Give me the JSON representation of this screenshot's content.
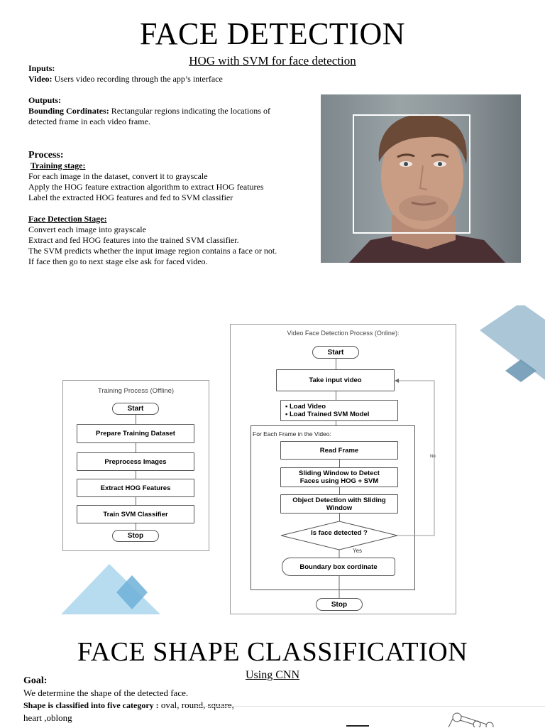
{
  "section1": {
    "title": "FACE DETECTION",
    "subtitle": "HOG with SVM for face detection ",
    "inputs_heading": "Inputs:",
    "video_label": "Video:",
    "video_text": " Users video recording through the app’s interface",
    "outputs_heading": "Outputs:",
    "bounding_label": "Bounding Cordinates:",
    "bounding_text_1": " Rectangular regions indicating the locations of",
    "bounding_text_2": "detected frame in each video frame.",
    "process_heading": "Process:",
    "training_heading": "Training stage: ",
    "training_lines": [
      "For each image in the dataset, convert it to grayscale",
      "Apply the HOG feature extraction algorithm to extract HOG features",
      "Label the extracted HOG features and fed to SVM classifier"
    ],
    "detection_heading": "Face Detection Stage:",
    "detection_lines": [
      "Convert each image into grayscale",
      "Extract and fed HOG features into the trained SVM classifier.",
      "The SVM predicts whether the input image region contains a face or not.",
      "If face then go to next stage else ask for faced video."
    ]
  },
  "training_diagram": {
    "title": "Training Process (Offline)",
    "start": "Start",
    "steps": [
      "Prepare Training Dataset",
      "Preprocess Images",
      "Extract HOG Features",
      "Train SVM Classifier"
    ],
    "stop": "Stop"
  },
  "online_diagram": {
    "title": "Video Face Detection Process (Online):",
    "start": "Start",
    "take_input": "Take input video",
    "load_1": "• Load Video",
    "load_2": "• Load Trained SVM Model",
    "loop_label": "For Each Frame in the Video:",
    "read_frame": "Read Frame",
    "sliding_1": "Sliding Window to Detect",
    "sliding_2": "Faces using HOG + SVM",
    "object_1": "Object Detection with Sliding",
    "object_2": "Window",
    "decision": "Is face detected ?",
    "yes": "Yes",
    "no": "No",
    "boundary": "Boundary box cordinate",
    "stop": "Stop"
  },
  "section2": {
    "title": "FACE SHAPE CLASSIFICATION",
    "subtitle": "Using CNN",
    "goal_heading": "Goal:",
    "goal_text": "We determine the shape of the detected face.",
    "shape_label": "Shape is classified into five category :",
    "shape_text": " oval, round, square,",
    "shape_text_2": "heart ,oblong"
  },
  "colors": {
    "accent_blue": "#8fb3c9",
    "accent_light": "#b7dcef",
    "accent_mid": "#6fb0d8"
  }
}
